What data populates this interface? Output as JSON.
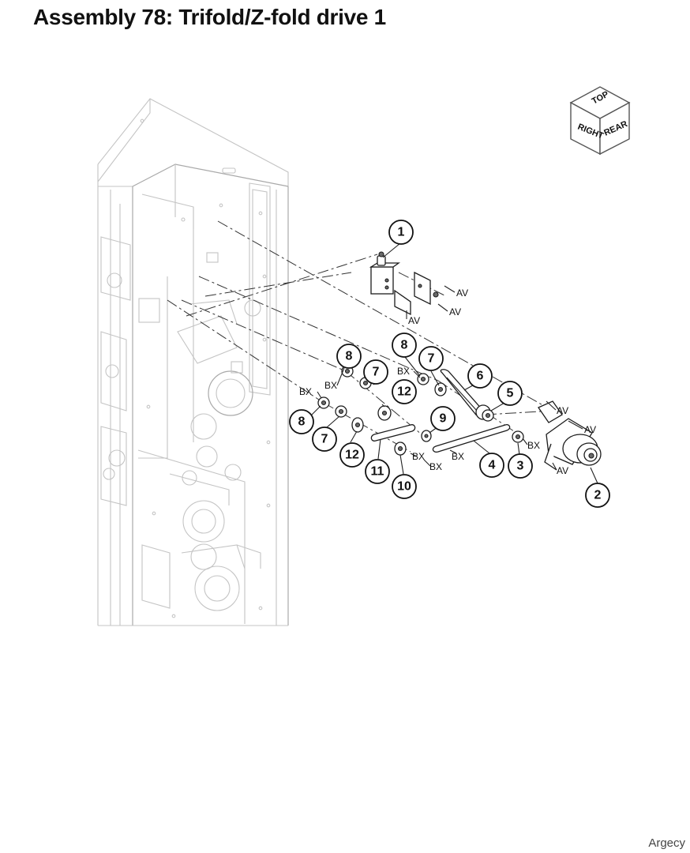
{
  "title": "Assembly 78: Trifold/Z-fold drive 1",
  "watermark": "Argecy",
  "orientation_cube": {
    "top": "TOP",
    "right": "RIGHT",
    "rear": "REAR"
  },
  "callouts": [
    "1",
    "2",
    "3",
    "4",
    "5",
    "6",
    "7",
    "8",
    "9",
    "10",
    "11",
    "12",
    "8",
    "7",
    "12",
    "8",
    "7"
  ],
  "ref_labels": [
    "AV",
    "AV",
    "AV",
    "AV",
    "AV",
    "AV",
    "BX",
    "BX",
    "BX",
    "BX",
    "BX",
    "BX",
    "BX"
  ]
}
